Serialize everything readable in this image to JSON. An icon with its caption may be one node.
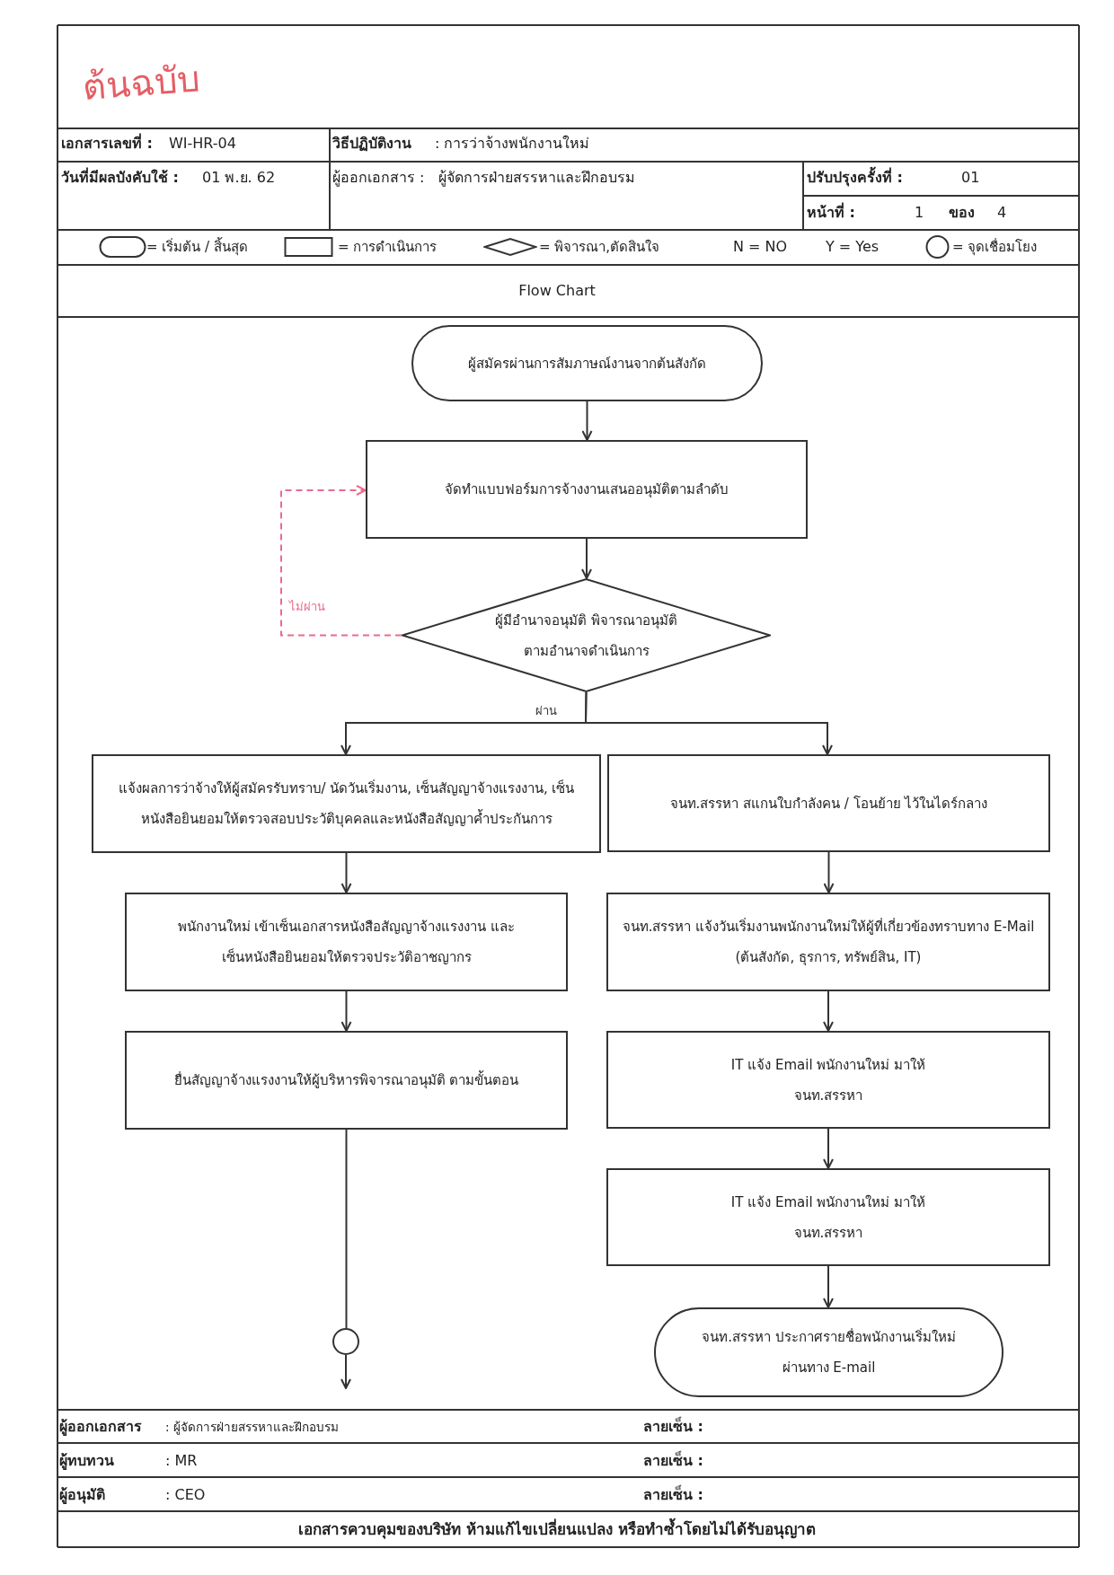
{
  "diagram": {
    "title": "Flow Chart",
    "nodes": [
      {
        "text": [
          "ผู้สมัครผ่านการสัมภาษณ์งานจากต้นสังกัด"
        ]
      },
      {
        "text": [
          "จัดทำแบบฟอร์มการจ้างงานเสนออนุมัติตามลำดับ"
        ]
      },
      {
        "text": [
          "ผู้มีอำนาจอนุมัติ พิจารณาอนุมัติ ตามอำนาจดำเนินการ"
        ]
      },
      {
        "text": [
          "แจ้งผลการว่าจ้างให้ผู้สมัครรับทราบ/ นัดวันเริ่มงาน, เซ็นสัญญาจ้างแรงงาน, เซ็น หนังสือยินยอมให้ตรวจสอบประวัติบุคคลและหนังสือสัญญาค้ำประกันการ"
        ]
      },
      {
        "text": [
          "จนท.สรรหา สแกนใบกำลังคน / โอนย้าย ไว้ในไดร์กลาง"
        ]
      },
      {
        "text": [
          "พนักงานใหม่ เข้าเซ็นเอกสารหนังสือสัญญาจ้างแรงงาน และเซ็นหนังสือยินยอมให้ตรวจประวัติอาชญากร"
        ]
      },
      {
        "text": [
          "จนท.สรรหา แจ้งวันเริ่มงานพนักงานใหม่ให้ผู้ที่เกี่ยวข้องทราบทาง E-Mail (ต้นสังกัด, ธุรการ, ทรัพย์สิน, IT)"
        ]
      },
      {
        "text": [
          "ยื่นสัญญาจ้างแรงงานให้ผู้บริหารพิจารณาอนุมัติ ตามขั้นตอน"
        ]
      },
      {
        "text": [
          "IT แจ้ง Email พนักงานใหม่ มาให้จนท.สรรหา"
        ]
      },
      {
        "text": [
          "IT แจ้ง Email พนักงานใหม่ มาให้จนท.สรรหา"
        ]
      },
      {
        "text": [
          "จนท.สรรหา ประกาศรายชื่อพนักงานเริ่มใหม่ ผ่านทาง E-mail"
        ]
      },
      {
        "text": [],
        "shape": "circle"
      }
    ],
    "edges": [
      {
        "from": 0,
        "to": 1,
        "arrow": "to"
      },
      {
        "from": 1,
        "to": 2,
        "arrow": "to"
      },
      {
        "from": 2,
        "to": 1,
        "arrow": "to",
        "label": "ไม่ผ่าน",
        "style": "dashed",
        "color": "#ec6a8c"
      },
      {
        "from": 2,
        "to": 3,
        "arrow": "to",
        "label": "ผ่าน"
      },
      {
        "from": 2,
        "to": 4,
        "arrow": "to"
      },
      {
        "from": 3,
        "to": 5,
        "arrow": "to"
      },
      {
        "from": 5,
        "to": 7,
        "arrow": "to"
      },
      {
        "from": 7,
        "to": 11,
        "arrow": "none"
      },
      {
        "from": 4,
        "to": 6,
        "arrow": "to"
      },
      {
        "from": 6,
        "to": 8,
        "arrow": "to"
      },
      {
        "from": 8,
        "to": 9,
        "arrow": "to"
      },
      {
        "from": 9,
        "to": 10,
        "arrow": "to"
      },
      {
        "from": 11,
        "to": null,
        "arrow": "to"
      }
    ],
    "labels": [
      "ต้นฉบับ",
      "เอกสารเลขที่ :",
      "WI-HR-04",
      "วิธีปฏิบัติงาน",
      ": การว่าจ้างพนักงานใหม่",
      "วันที่มีผลบังคับใช้ :",
      "01 พ.ย. 62",
      "ผู้ออกเอกสาร :",
      "ผู้จัดการฝ่ายสรรหาและฝึกอบรม",
      "ปรับปรุงครั้งที่ :",
      "01",
      "หน้าที่ :",
      "1",
      "ของ",
      "4",
      "N = NO",
      "Y = Yes",
      "ผู้ออกเอกสาร",
      ": ผู้จัดการฝ่ายสรรหาและฝึกอบรม",
      "ลายเซ็น :",
      "ผู้ทบทวน",
      ": MR",
      "ลายเซ็น :",
      "ผู้อนุมัติ",
      ": CEO",
      "ลายเซ็น :",
      "เอกสารควบคุมของบริษัท ห้ามแก้ไขเปลี่ยนแปลง หรือทำซ้ำโดยไม่ได้รับอนุญาต"
    ],
    "legend": [
      {
        "text": "= เริ่มต้น / สิ้นสุด"
      },
      {
        "text": "= การดำเนินการ"
      },
      {
        "text": "= พิจารณา,ตัดสินใจ"
      },
      {
        "text": "= จุดเชื่อมโยง"
      }
    ]
  }
}
